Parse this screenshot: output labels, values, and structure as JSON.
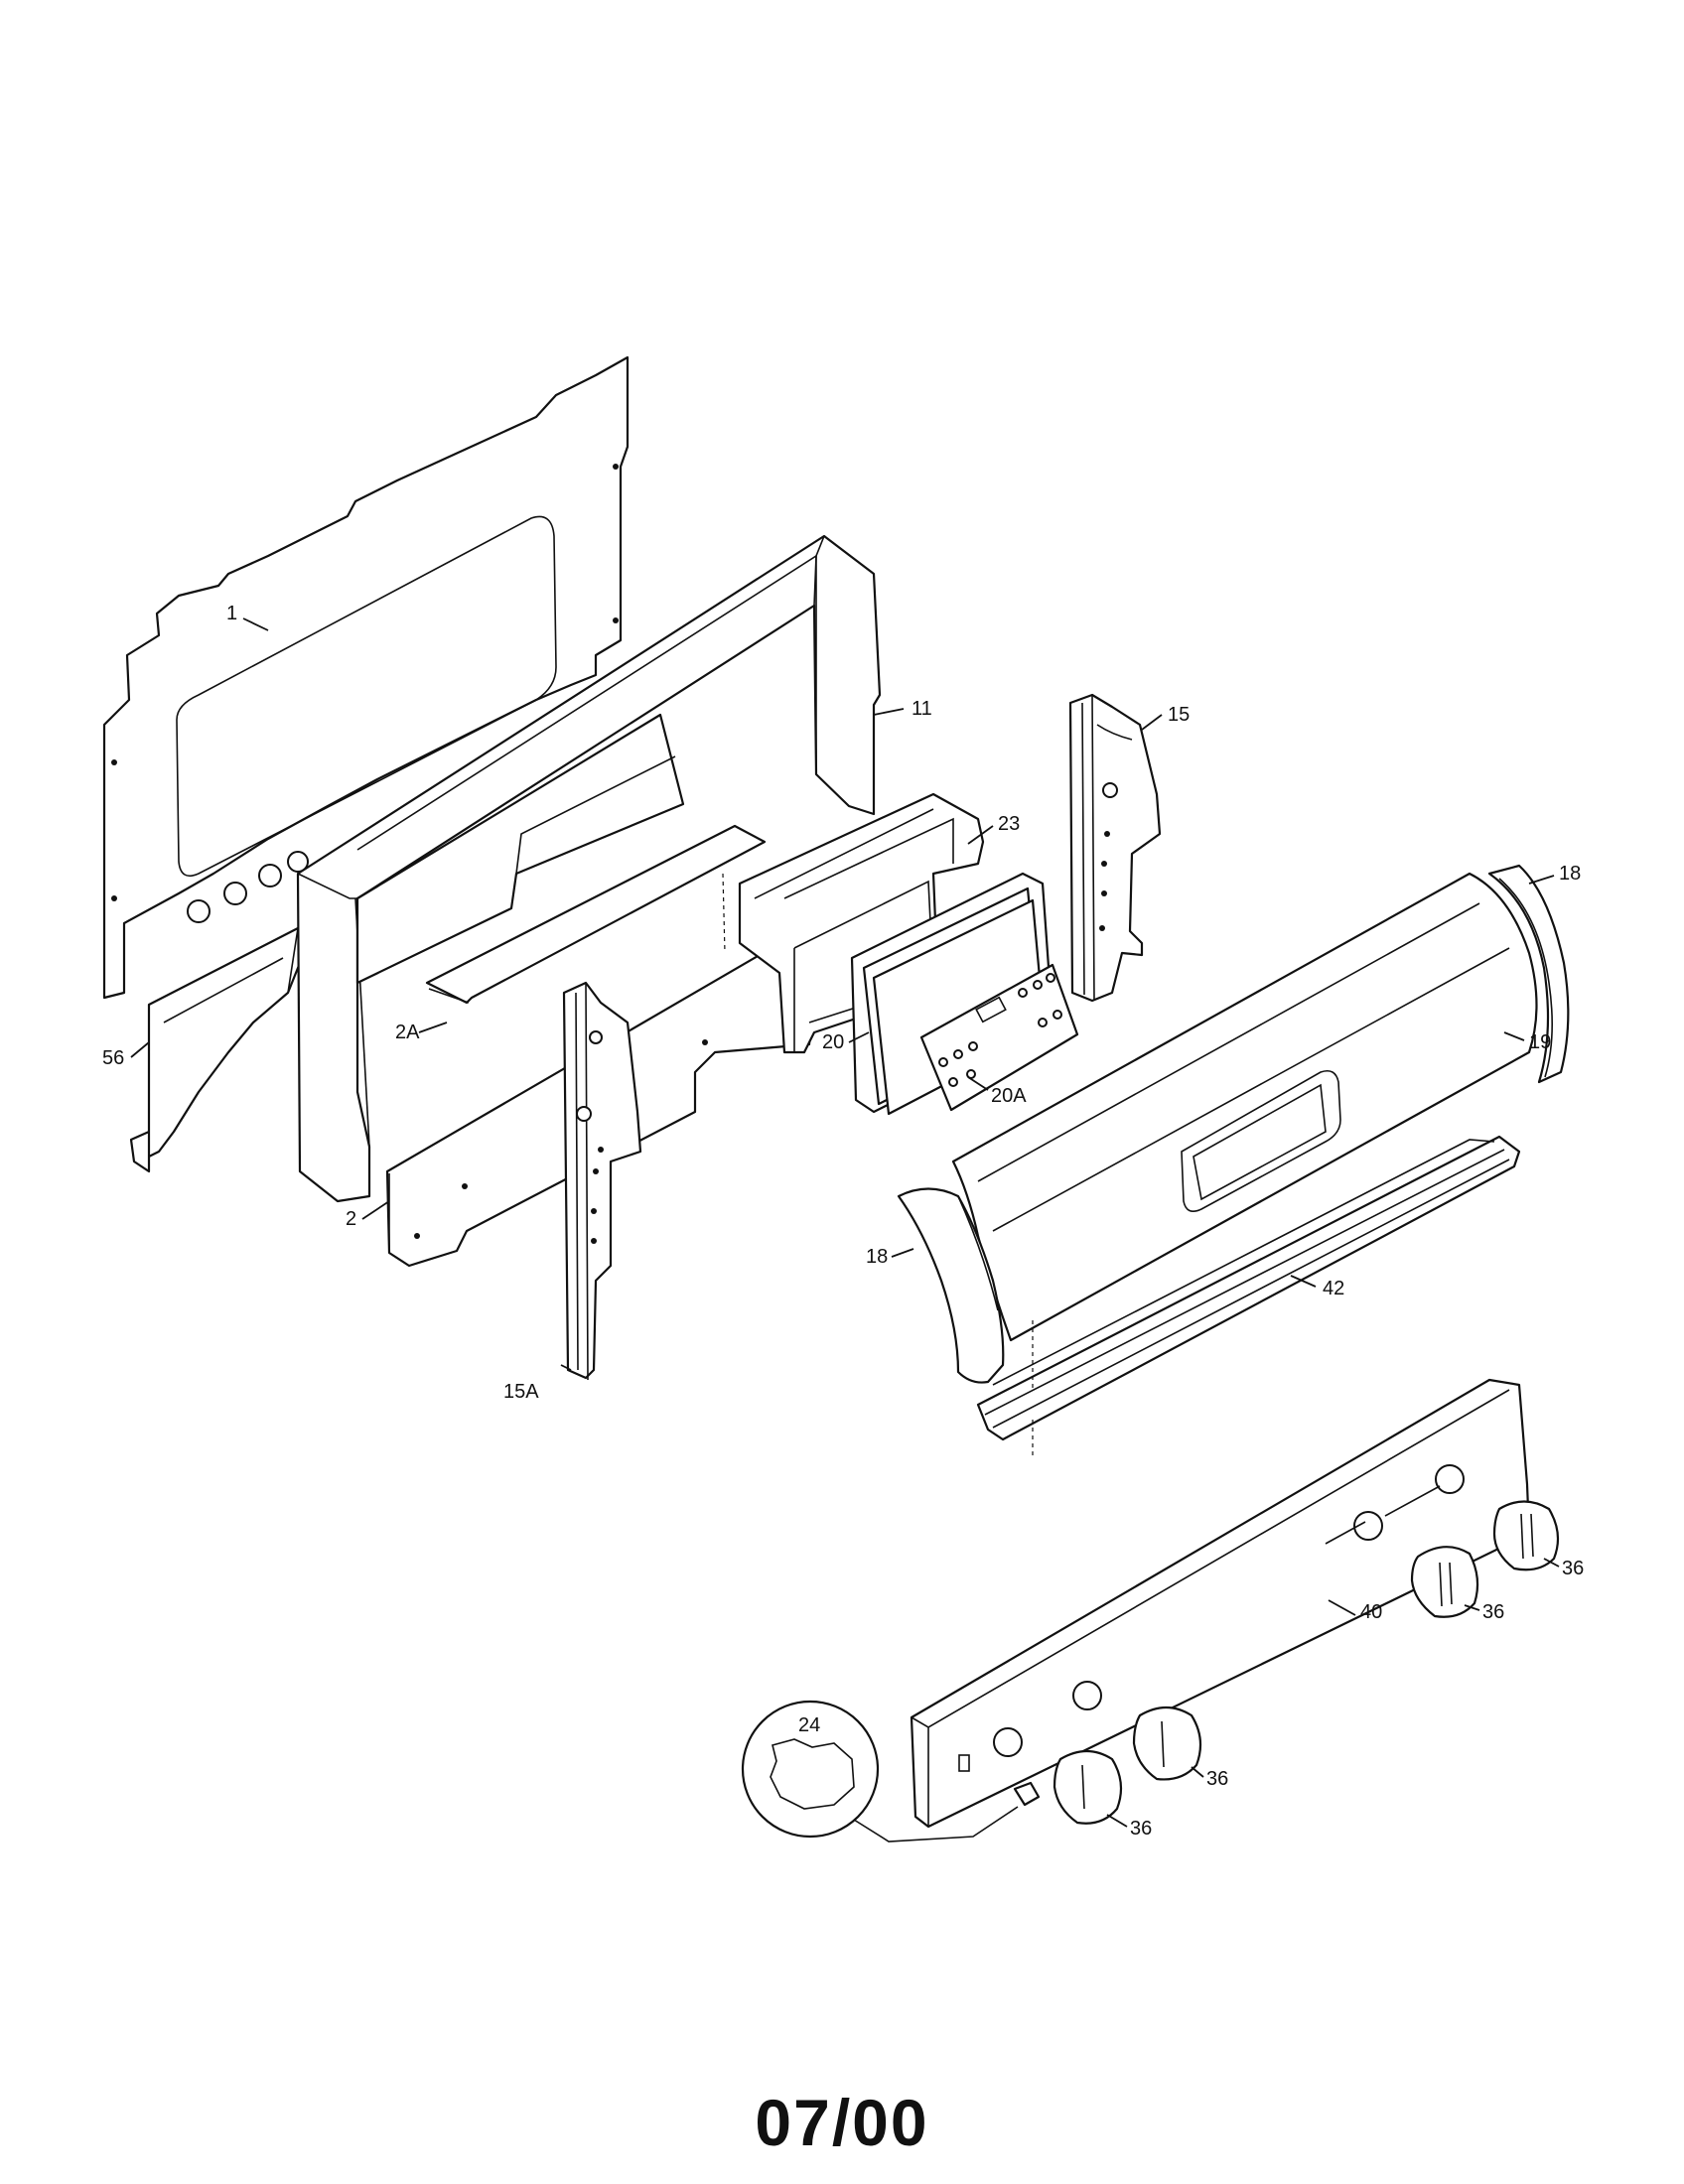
{
  "callouts": {
    "c1": "1",
    "c11": "11",
    "c15": "15",
    "c23": "23",
    "c18_right": "18",
    "c2a": "2A",
    "c56": "56",
    "c20": "20",
    "c20a": "20A",
    "c19": "19",
    "c2": "2",
    "c18_left": "18",
    "c42": "42",
    "c15a": "15A",
    "c36_a": "36",
    "c36_b": "36",
    "c40": "40",
    "c24": "24",
    "c36_c": "36",
    "c36_d": "36"
  },
  "footer": {
    "date_code": "07/00"
  }
}
